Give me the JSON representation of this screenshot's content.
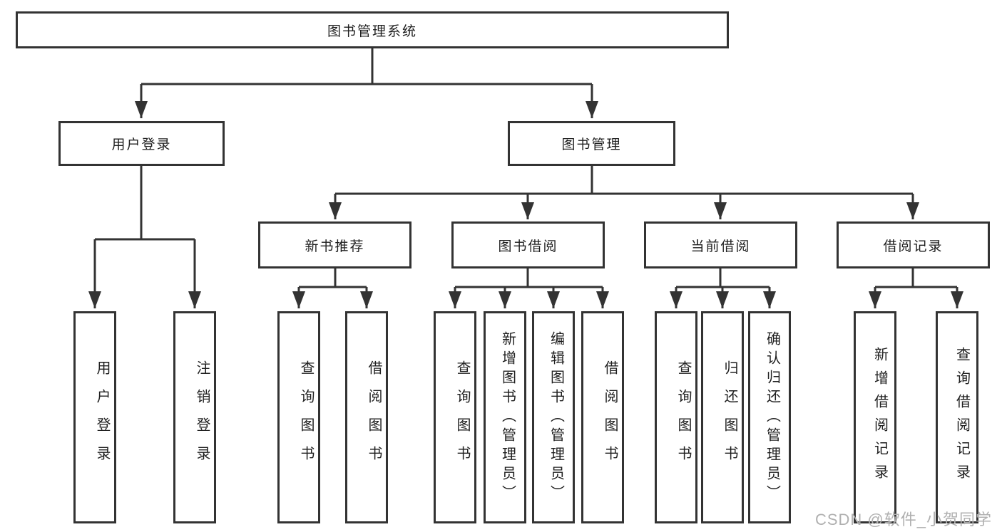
{
  "colors": {
    "line": "#333333",
    "box_border": "#333333",
    "box_fill": "#ffffff",
    "text": "#1f1f1f",
    "watermark": "#b0b0b0",
    "background": "#ffffff"
  },
  "watermark": {
    "text": "CSDN @软件_小贺同学"
  },
  "tree": {
    "root": {
      "label": "图书管理系统",
      "children": [
        {
          "label": "用户登录",
          "children": [
            {
              "label": "用户登录"
            },
            {
              "label": "注销登录"
            }
          ]
        },
        {
          "label": "图书管理",
          "children": [
            {
              "label": "新书推荐",
              "children": [
                {
                  "label": "查询图书"
                },
                {
                  "label": "借阅图书"
                }
              ]
            },
            {
              "label": "图书借阅",
              "children": [
                {
                  "label": "查询图书"
                },
                {
                  "label": "新增图书（管理员）"
                },
                {
                  "label": "编辑图书（管理员）"
                },
                {
                  "label": "借阅图书"
                }
              ]
            },
            {
              "label": "当前借阅",
              "children": [
                {
                  "label": "查询图书"
                },
                {
                  "label": "归还图书"
                },
                {
                  "label": "确认归还（管理员）"
                }
              ]
            },
            {
              "label": "借阅记录",
              "children": [
                {
                  "label": "新增借阅记录"
                },
                {
                  "label": "查询借阅记录"
                }
              ]
            }
          ]
        }
      ]
    }
  }
}
